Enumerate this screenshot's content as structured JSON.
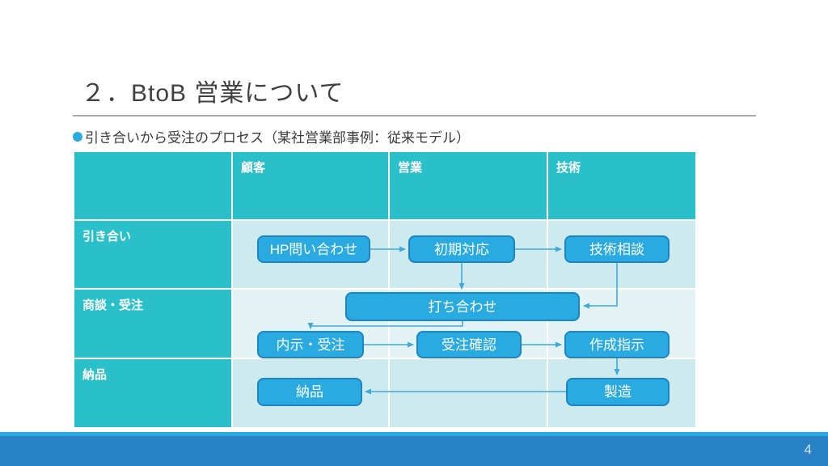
{
  "slide": {
    "title": "２．BtoB 営業について",
    "bullet_text": "引き合いから受注のプロセス（某社営業部事例：従来モデル）",
    "page_number": "4"
  },
  "table": {
    "corner": "",
    "columns": [
      "顧客",
      "営業",
      "技術"
    ],
    "rows": [
      "引き合い",
      "商談・受注",
      "納品"
    ]
  },
  "flow": {
    "boxes": {
      "hp_inquiry": "HP問い合わせ",
      "initial_response": "初期対応",
      "technical_consult": "技術相談",
      "meeting": "打ち合わせ",
      "informal_order": "内示・受注",
      "order_confirm": "受注確認",
      "production_order": "作成指示",
      "delivery": "納品",
      "manufacturing": "製造"
    }
  },
  "colors": {
    "lane_teal": "#2ac0c9",
    "row_light": "#cdeaee",
    "row_lighter": "#e3f2f4",
    "box_fill": "#29abe2",
    "box_border": "#1d84c6",
    "arrow": "#3fa9dc",
    "footer_strip": "#29abe2",
    "footer_bar": "#2881c4",
    "title_text": "#404040"
  }
}
